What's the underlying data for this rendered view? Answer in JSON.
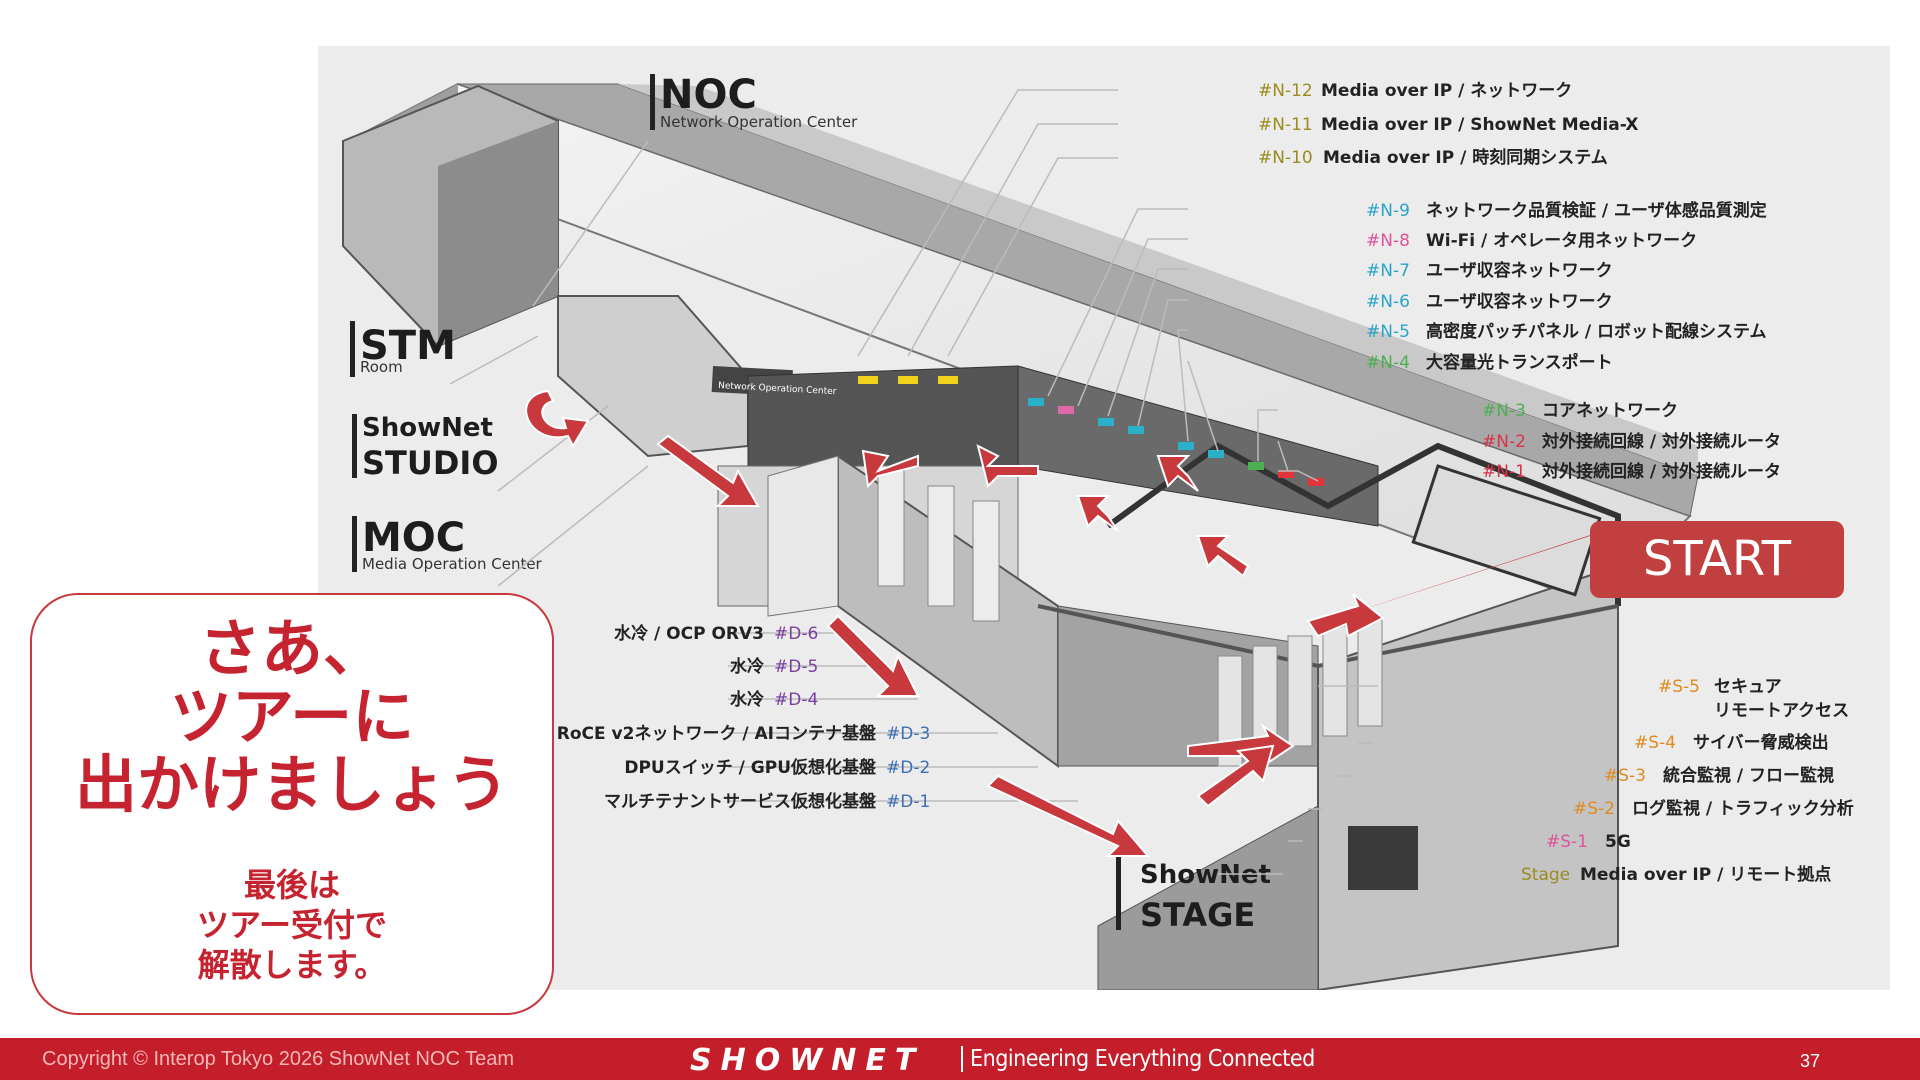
{
  "zones": {
    "noc": {
      "title": "NOC",
      "subtitle": "Network Operation Center"
    },
    "stm": {
      "title": "STM",
      "subtitle": "Room"
    },
    "studio": {
      "line1": "ShowNet",
      "line2": "STUDIO"
    },
    "moc": {
      "title": "MOC",
      "subtitle": "Media Operation Center"
    },
    "stage": {
      "line1": "ShowNet",
      "line2": "STAGE"
    }
  },
  "booth_signs": {
    "noc_sign": "Network Operation Center"
  },
  "racks_right": [
    {
      "id": "#N-12",
      "label": "Media over IP / ネットワーク",
      "color": "#9a8c1f"
    },
    {
      "id": "#N-11",
      "label": "Media over IP / ShowNet Media-X",
      "color": "#9a8c1f"
    },
    {
      "id": "#N-10",
      "label": "Media over IP / 時刻同期システム",
      "color": "#9a8c1f"
    },
    {
      "id": "#N-9",
      "label": "ネットワーク品質検証 / ユーザ体感品質測定",
      "color": "#2aa4c8"
    },
    {
      "id": "#N-8",
      "label": "Wi-Fi / オペレータ用ネットワーク",
      "color": "#e0529a"
    },
    {
      "id": "#N-7",
      "label": "ユーザ収容ネットワーク",
      "color": "#2aa4c8"
    },
    {
      "id": "#N-6",
      "label": "ユーザ収容ネットワーク",
      "color": "#2aa4c8"
    },
    {
      "id": "#N-5",
      "label": "高密度パッチパネル / ロボット配線システム",
      "color": "#2aa4c8"
    },
    {
      "id": "#N-4",
      "label": "大容量光トランスポート",
      "color": "#4caf50"
    },
    {
      "id": "#N-3",
      "label": "コアネットワーク",
      "color": "#4caf50"
    },
    {
      "id": "#N-2",
      "label": "対外接続回線 / 対外接続ルータ",
      "color": "#d9334a"
    },
    {
      "id": "#N-1",
      "label": "対外接続回線 / 対外接続ルータ",
      "color": "#d9334a"
    }
  ],
  "racks_left": [
    {
      "id": "#D-6",
      "label": "水冷 / OCP ORV3",
      "color": "#7b3fa0"
    },
    {
      "id": "#D-5",
      "label": "水冷",
      "color": "#7b3fa0"
    },
    {
      "id": "#D-4",
      "label": "水冷",
      "color": "#7b3fa0"
    },
    {
      "id": "#D-3",
      "label": "RoCE v2ネットワーク / AIコンテナ基盤",
      "color": "#3b6fb6"
    },
    {
      "id": "#D-2",
      "label": "DPUスイッチ / GPU仮想化基盤",
      "color": "#3b6fb6"
    },
    {
      "id": "#D-1",
      "label": "マルチテナントサービス仮想化基盤",
      "color": "#3b6fb6"
    }
  ],
  "racks_stage": [
    {
      "id": "#S-5",
      "label": "セキュア",
      "label2": "リモートアクセス",
      "color": "#e08a1e"
    },
    {
      "id": "#S-4",
      "label": "サイバー脅威検出",
      "color": "#e08a1e"
    },
    {
      "id": "#S-3",
      "label": "統合監視 / フロー監視",
      "color": "#e08a1e"
    },
    {
      "id": "#S-2",
      "label": "ログ監視 / トラフィック分析",
      "color": "#e08a1e"
    },
    {
      "id": "#S-1",
      "label": "5G",
      "color": "#e0529a"
    },
    {
      "id": "Stage",
      "label": "Media over IP / リモート拠点",
      "color": "#9a8c1f"
    }
  ],
  "start_label": "START",
  "callout": {
    "main": "さあ、\nツアーに\n出かけましょう",
    "sub": "最後は\nツアー受付で\n解散します。"
  },
  "footer": {
    "copyright": "Copyright © Interop Tokyo 2026 ShowNet NOC Team",
    "brand": "SHOWNET",
    "tagline": "Engineering Everything Connected",
    "page": "37"
  },
  "colors": {
    "accent": "#c41e2a",
    "arrow": "#c8393e"
  }
}
